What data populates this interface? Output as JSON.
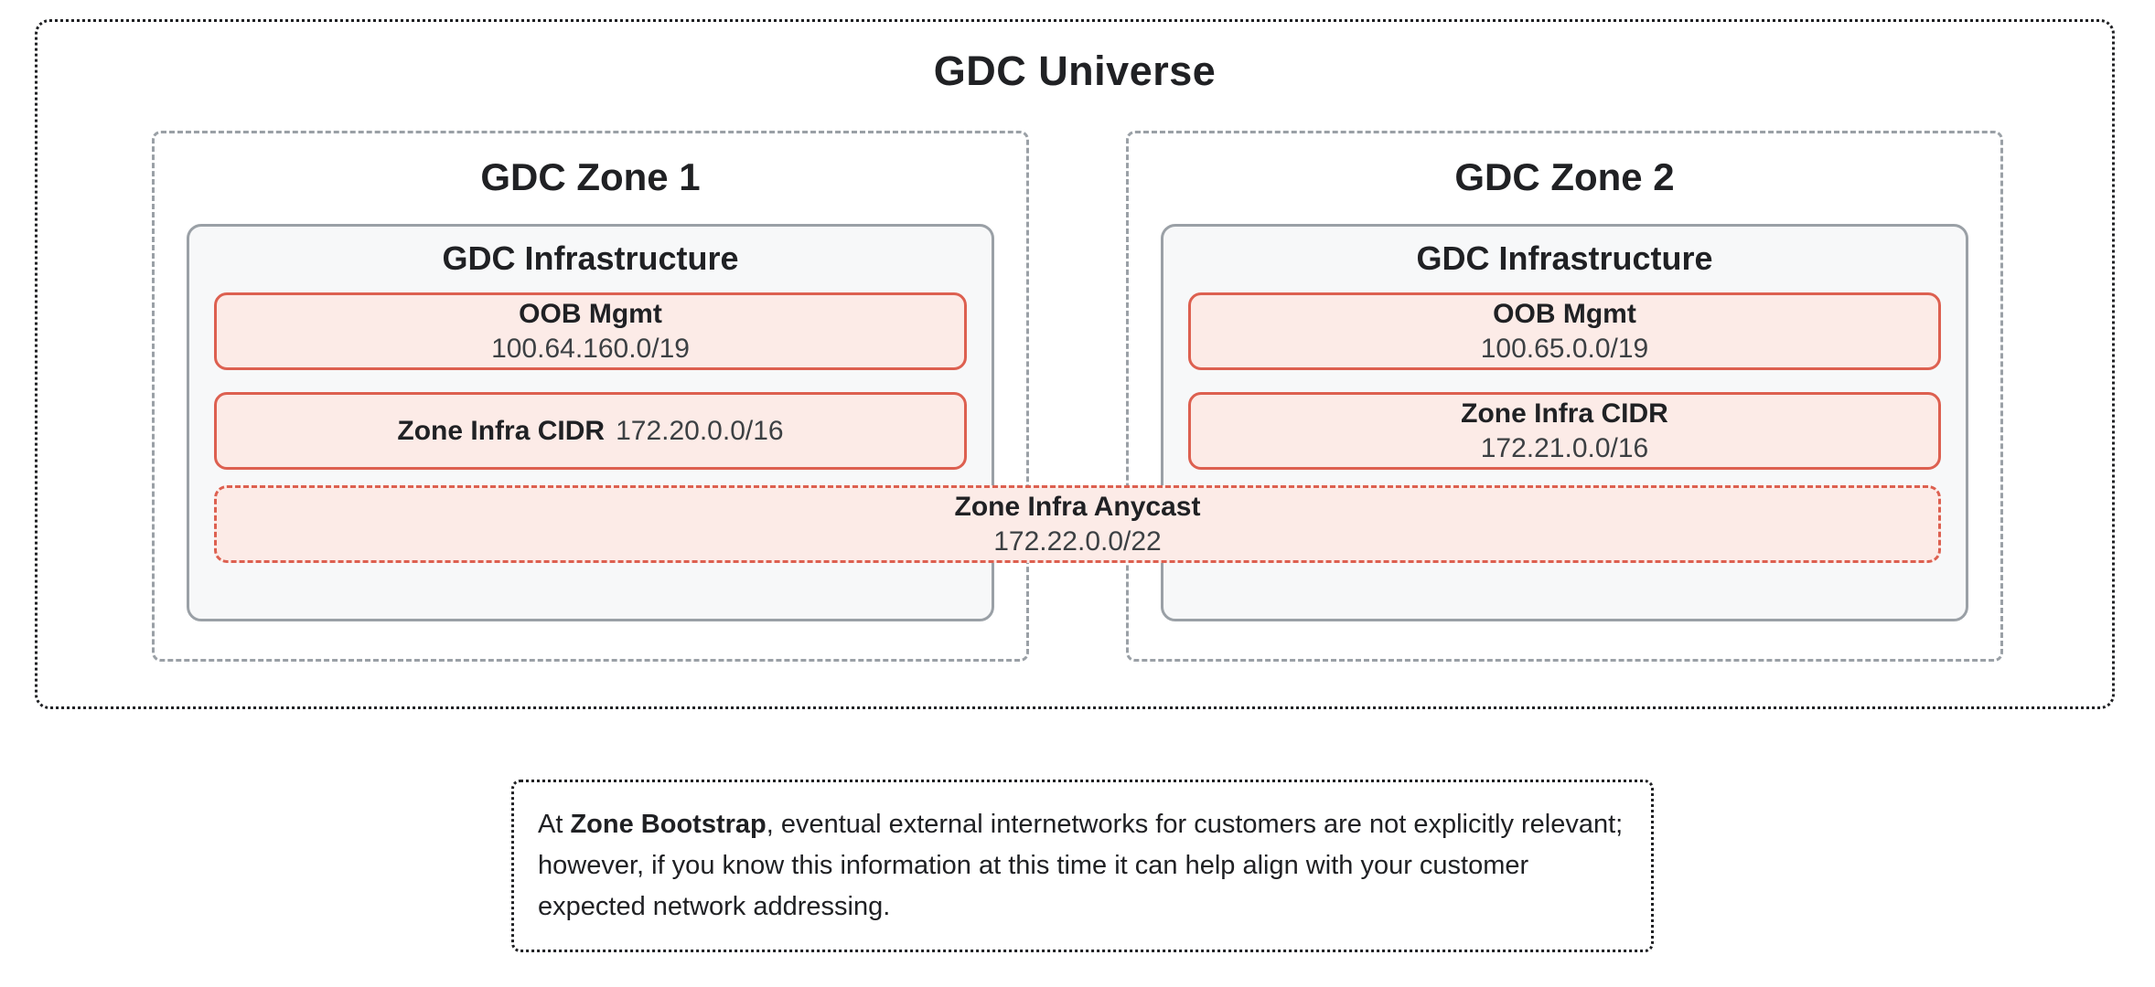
{
  "universe": {
    "title": "GDC Universe",
    "zones": [
      {
        "title": "GDC Zone 1",
        "infrastructure": {
          "title": "GDC Infrastructure",
          "oob": {
            "label": "OOB Mgmt",
            "cidr": "100.64.160.0/19"
          },
          "zone_infra": {
            "label": "Zone Infra CIDR",
            "cidr": "172.20.0.0/16"
          }
        }
      },
      {
        "title": "GDC Zone 2",
        "infrastructure": {
          "title": "GDC Infrastructure",
          "oob": {
            "label": "OOB Mgmt",
            "cidr": "100.65.0.0/19"
          },
          "zone_infra": {
            "label": "Zone Infra CIDR",
            "cidr": "172.21.0.0/16"
          }
        }
      }
    ],
    "anycast": {
      "label": "Zone Infra Anycast",
      "cidr": "172.22.0.0/22"
    }
  },
  "note": {
    "prefix": "At ",
    "bold": "Zone Bootstrap",
    "rest": ", eventual external internetworks for customers are not explicitly relevant; however, if you know this information at this time it can help align with your customer expected network addressing."
  },
  "colors": {
    "red_border": "#dd6050",
    "red_fill": "#fcebe7",
    "gray_border": "#9aa0a6",
    "infra_fill": "#f7f8f9",
    "outer_border": "#202124",
    "text": "#202124",
    "value_text": "#3c4043"
  }
}
